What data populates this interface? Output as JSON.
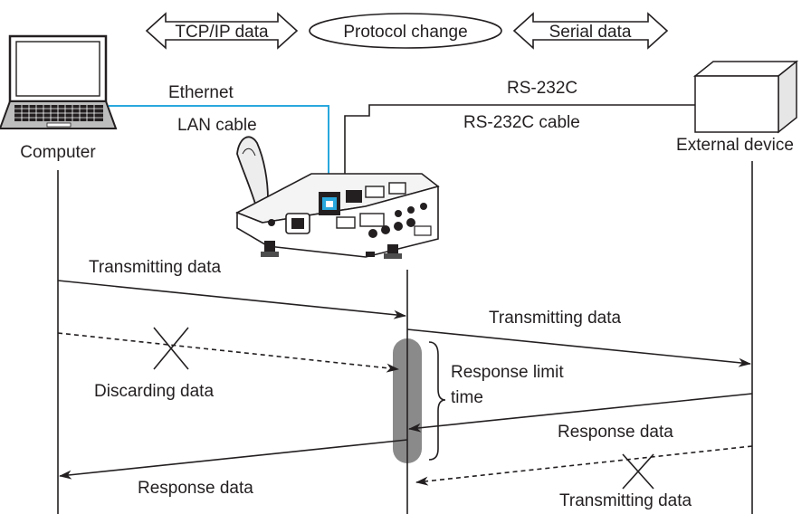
{
  "header": {
    "tcpip": "TCP/IP data",
    "protocol": "Protocol change",
    "serial": "Serial data"
  },
  "devices": {
    "computer": "Computer",
    "external": "External device",
    "projector_icon": "projector-icon",
    "computer_icon": "laptop-icon",
    "external_icon": "box-icon"
  },
  "cables": {
    "ethernet": "Ethernet",
    "lan": "LAN cable",
    "rs232c": "RS-232C",
    "rs232c_cable": "RS-232C cable"
  },
  "sequence": {
    "transmit1": "Transmitting data",
    "transmit2": "Transmitting data",
    "discard": "Discarding data",
    "limit1": "Response limit",
    "limit2": "time",
    "response_ext": "Response data",
    "response_pc": "Response data",
    "transmit3": "Transmitting data"
  },
  "colors": {
    "ink": "#231f20",
    "lan_cable": "#29a8dd",
    "limit_bar": "#8a8a8a"
  }
}
